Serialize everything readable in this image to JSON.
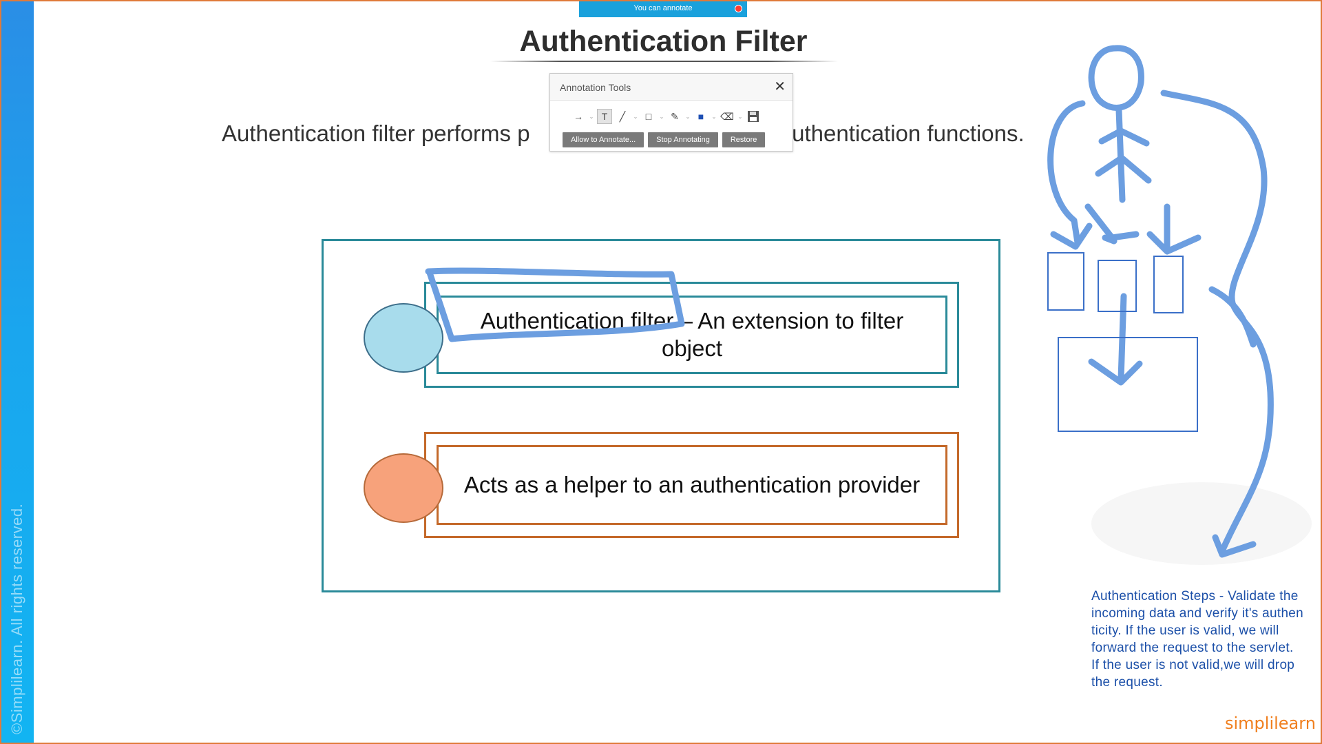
{
  "annotation_banner": {
    "label": "You can annotate"
  },
  "slide": {
    "title": "Authentication Filter",
    "subtitle_left": "Authentication filter performs p",
    "subtitle_right": "g of authentication functions.",
    "card1_text": "Authentication filter – An extension to filter object",
    "card2_text": "Acts as a helper to an authentication provider",
    "copyright": "©Simplilearn. All rights reserved.",
    "logo": "simplilearn"
  },
  "annotation_tools": {
    "title": "Annotation Tools",
    "close_glyph": "✕",
    "tools": [
      {
        "name": "arrow-icon",
        "glyph": "→"
      },
      {
        "name": "text-icon",
        "glyph": "T"
      },
      {
        "name": "line-icon",
        "glyph": "╱"
      },
      {
        "name": "rectangle-icon",
        "glyph": "□"
      },
      {
        "name": "pen-icon",
        "glyph": "✎"
      },
      {
        "name": "color-icon",
        "glyph": "■"
      },
      {
        "name": "eraser-icon",
        "glyph": "⌫"
      },
      {
        "name": "save-icon",
        "glyph": "💾"
      }
    ],
    "buttons": {
      "allow": "Allow to Annotate...",
      "stop": "Stop Annotating",
      "restore": "Restore"
    }
  },
  "annotation_note": "Authentication Steps - Validate the\nincoming data and verify it's authen\nticity. If the user is valid, we will\nforward the request to the servlet.\nIf the user is not valid,we will drop\nthe request.",
  "colors": {
    "accent_blue": "#1aa1dc",
    "teal_border": "#2a8a99",
    "orange_border": "#c4692a",
    "ink_blue": "#6c9ee0",
    "note_text": "#1b4fa8"
  }
}
